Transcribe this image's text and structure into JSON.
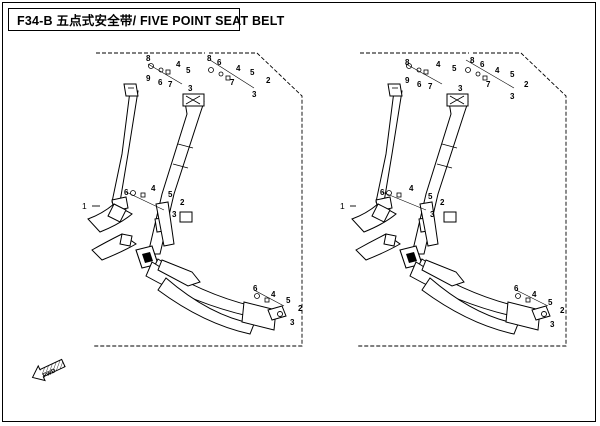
{
  "title": "F34-B 五点式安全带/ FIVE POINT SEAT BELT",
  "assembly_label": "1",
  "left_view": {
    "top_left_group": [
      "8",
      "9",
      "6",
      "7",
      "4",
      "5",
      "3"
    ],
    "top_right_group": [
      "8",
      "6",
      "7",
      "4",
      "5",
      "2",
      "3"
    ],
    "middle_group": [
      "6",
      "4",
      "5",
      "2",
      "3"
    ],
    "bottom_group": [
      "6",
      "4",
      "5",
      "2",
      "3"
    ]
  },
  "right_view": {
    "top_left_group": [
      "8",
      "9",
      "6",
      "7",
      "4",
      "5",
      "3"
    ],
    "top_right_group": [
      "8",
      "6",
      "7",
      "4",
      "5",
      "2",
      "3"
    ],
    "middle_group": [
      "6",
      "4",
      "5",
      "2",
      "3"
    ],
    "bottom_group": [
      "6",
      "4",
      "5",
      "2",
      "3"
    ]
  },
  "front_arrow_label": "FWD",
  "colors": {
    "line": "#000000",
    "background": "#ffffff"
  }
}
